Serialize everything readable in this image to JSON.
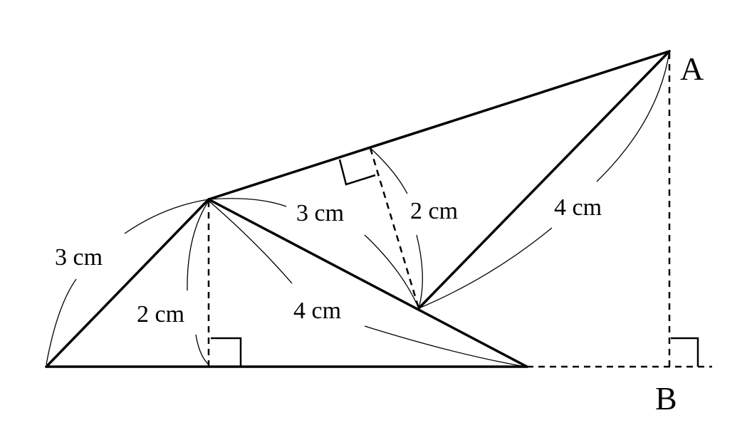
{
  "labels": {
    "left_side": "3 cm",
    "left_height": "2 cm",
    "lower_long": "4 cm",
    "upper_mid": "3 cm",
    "upper_height": "2 cm",
    "right_side": "4 cm"
  },
  "points": {
    "A": "A",
    "B": "B"
  }
}
